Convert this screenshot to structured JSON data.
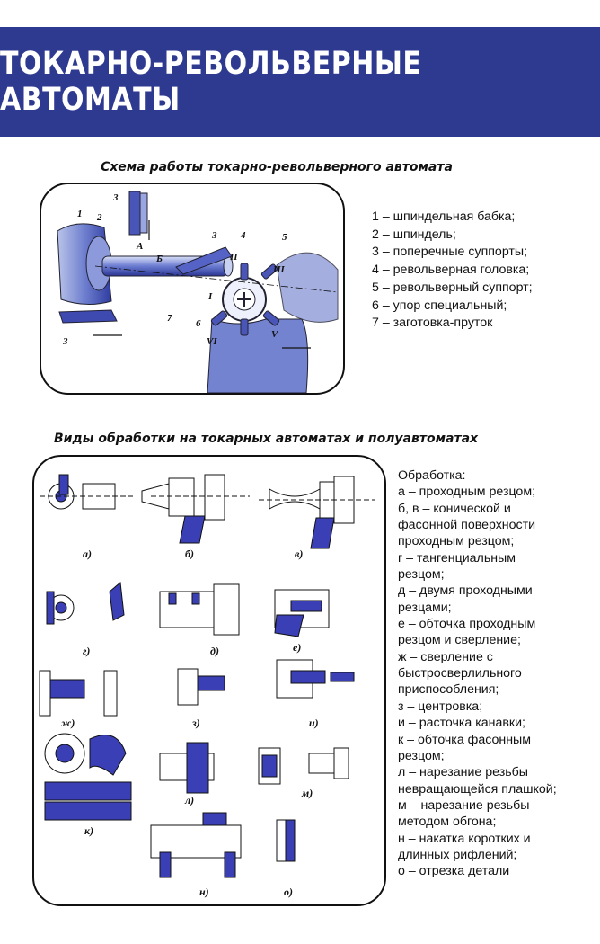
{
  "title": "ТОКАРНО-РЕВОЛЬВЕРНЫЕ АВТОМАТЫ",
  "colors": {
    "banner": "#2e3a8f",
    "accent_blue": "#3a3fb5"
  },
  "scheme": {
    "title": "Схема работы токарно-револьверного автомата",
    "labels": [
      "1",
      "2",
      "3",
      "3",
      "3",
      "4",
      "5",
      "6",
      "7",
      "А",
      "Б",
      "I",
      "II",
      "III",
      "VI",
      "V"
    ],
    "legend": [
      "1 – шпиндельная бабка;",
      "2 – шпиндель;",
      "3 – поперечные суппорты;",
      "4 – револьверная головка;",
      "5 – револьверный суппорт;",
      "6 – упор специальный;",
      "7 – заготовка-пруток"
    ]
  },
  "types": {
    "title": "Виды обработки на токарных автоматах и полуавтоматах",
    "panel_letters": [
      "а)",
      "б)",
      "в)",
      "г)",
      "д)",
      "е)",
      "ж)",
      "з)",
      "и)",
      "к)",
      "л)",
      "м)",
      "н)",
      "о)"
    ],
    "legend": [
      "Обработка:",
      "а – проходным резцом;",
      "б, в – конической и",
      "фасонной поверхности",
      "проходным резцом;",
      "г – тангенциальным",
      "резцом;",
      "д – двумя проходными",
      "резцами;",
      "е – обточка проходным",
      "резцом и сверление;",
      "ж – сверление с",
      "быстросверлильного",
      "приспособления;",
      "з – центровка;",
      "и – расточка канавки;",
      "к – обточка фасонным",
      "резцом;",
      "л – нарезание резьбы",
      "невращающейся плашкой;",
      "м – нарезание резьбы",
      "методом обгона;",
      "н – накатка коротких и",
      "длинных рифлений;",
      "о – отрезка детали"
    ]
  }
}
